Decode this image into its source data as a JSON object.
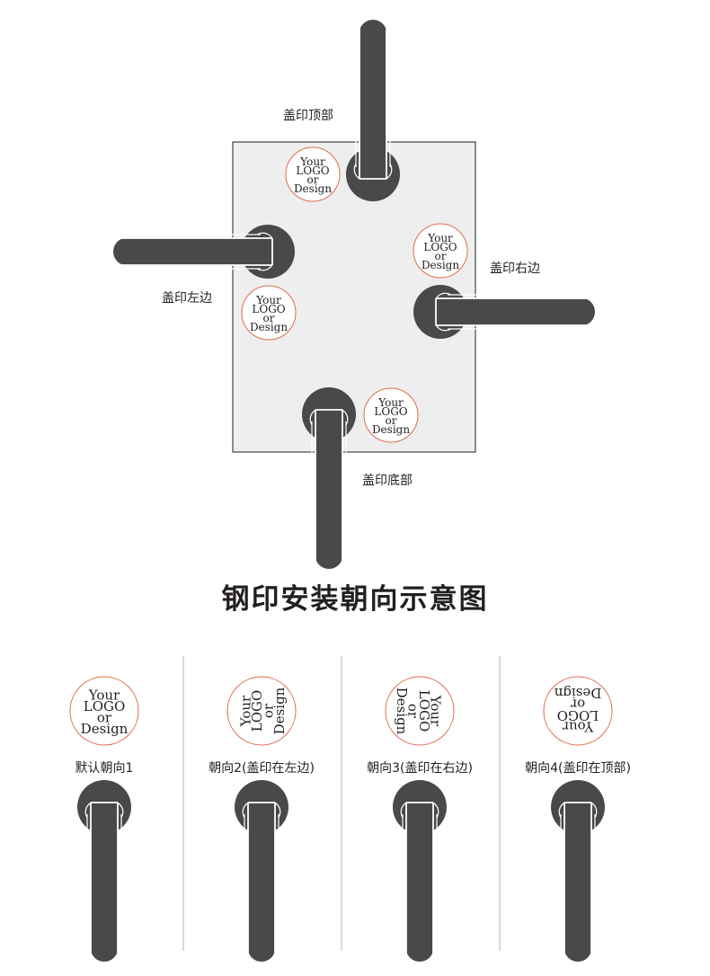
{
  "top_diagram": {
    "labels": {
      "top": "盖印顶部",
      "left": "盖印左边",
      "right": "盖印右边",
      "bottom": "盖印底部"
    },
    "seal_lines": [
      "Your",
      "LOGO",
      "or",
      "Design"
    ]
  },
  "title": "钢印安装朝向示意图",
  "orientations": [
    {
      "label": "默认朝向1",
      "seal_rotation_deg": 0
    },
    {
      "label": "朝向2(盖印在左边)",
      "seal_rotation_deg": -90
    },
    {
      "label": "朝向3(盖印在右边)",
      "seal_rotation_deg": 90
    },
    {
      "label": "朝向4(盖印在顶部)",
      "seal_rotation_deg": 180
    }
  ],
  "colors": {
    "handle": "#4a4949",
    "paper": "#eeeeee",
    "seal_ring": "#e06a4e",
    "divider": "#b5b5b5"
  }
}
